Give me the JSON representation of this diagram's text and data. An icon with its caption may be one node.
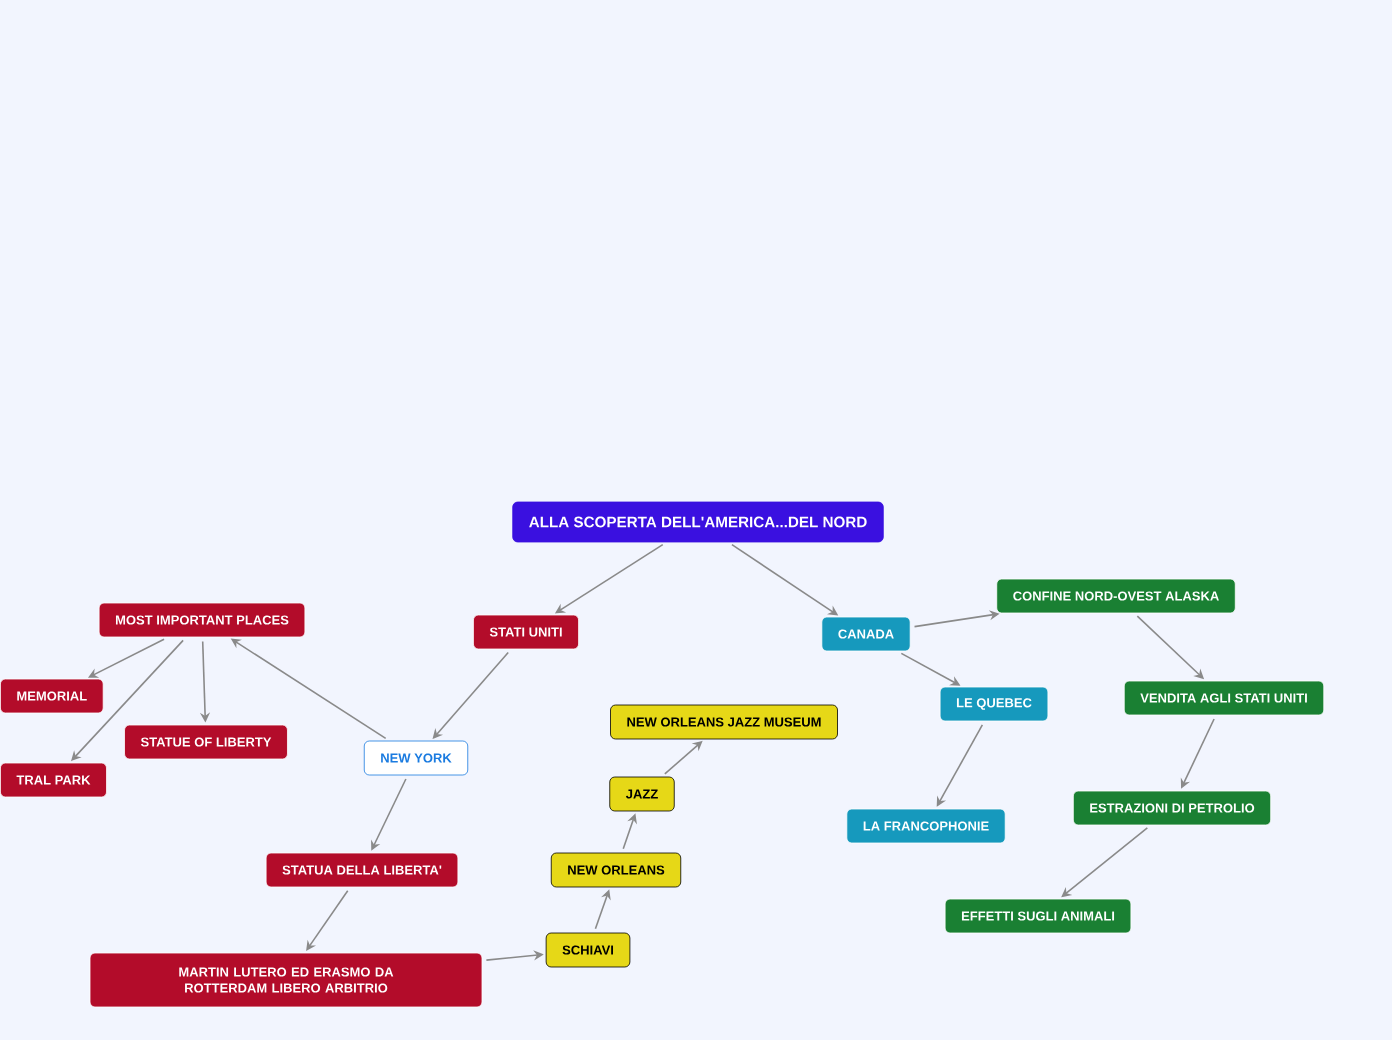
{
  "diagram": {
    "nodes": [
      {
        "text": [
          "ALLA SCOPERTA DELL'AMERICA...DEL NORD"
        ]
      },
      {
        "text": [
          "STATI UNITI"
        ]
      },
      {
        "text": [
          "CANADA"
        ]
      },
      {
        "text": [
          "MOST IMPORTANT PLACES"
        ]
      },
      {
        "text": [
          "MEMORIAL"
        ]
      },
      {
        "text": [
          "TRAL PARK"
        ]
      },
      {
        "text": [
          "STATUE OF LIBERTY"
        ]
      },
      {
        "text": [
          "NEW YORK"
        ]
      },
      {
        "text": [
          "STATUA DELLA LIBERTA'"
        ]
      },
      {
        "text": [
          "MARTIN LUTERO ED ERASMO DA ROTTERDAM LIBERO ARBITRIO"
        ]
      },
      {
        "text": [
          "SCHIAVI"
        ]
      },
      {
        "text": [
          "NEW ORLEANS"
        ]
      },
      {
        "text": [
          "JAZZ"
        ]
      },
      {
        "text": [
          "NEW ORLEANS JAZZ MUSEUM"
        ]
      },
      {
        "text": [
          "CONFINE NORD-OVEST ALASKA"
        ]
      },
      {
        "text": [
          "LE QUEBEC"
        ]
      },
      {
        "text": [
          "VENDITA AGLI STATI UNITI"
        ]
      },
      {
        "text": [
          "LA FRANCOPHONIE"
        ]
      },
      {
        "text": [
          "ESTRAZIONI DI PETROLIO"
        ]
      },
      {
        "text": [
          "EFFETTI SUGLI ANIMALI"
        ]
      }
    ],
    "edges": [
      {
        "from": 0,
        "to": 1,
        "arrow": "to"
      },
      {
        "from": 0,
        "to": 2,
        "arrow": "to"
      },
      {
        "from": 1,
        "to": 7,
        "arrow": "to"
      },
      {
        "from": 7,
        "to": 3,
        "arrow": "to"
      },
      {
        "from": 3,
        "to": 4,
        "arrow": "to"
      },
      {
        "from": 3,
        "to": 5,
        "arrow": "to"
      },
      {
        "from": 3,
        "to": 6,
        "arrow": "to"
      },
      {
        "from": 7,
        "to": 8,
        "arrow": "to"
      },
      {
        "from": 8,
        "to": 9,
        "arrow": "to"
      },
      {
        "from": 9,
        "to": 10,
        "arrow": "to"
      },
      {
        "from": 10,
        "to": 11,
        "arrow": "to"
      },
      {
        "from": 11,
        "to": 12,
        "arrow": "to"
      },
      {
        "from": 12,
        "to": 13,
        "arrow": "to"
      },
      {
        "from": 2,
        "to": 14,
        "arrow": "to"
      },
      {
        "from": 2,
        "to": 15,
        "arrow": "to"
      },
      {
        "from": 14,
        "to": 16,
        "arrow": "to"
      },
      {
        "from": 15,
        "to": 17,
        "arrow": "to"
      },
      {
        "from": 16,
        "to": 18,
        "arrow": "to"
      },
      {
        "from": 18,
        "to": 19,
        "arrow": "to"
      }
    ]
  }
}
